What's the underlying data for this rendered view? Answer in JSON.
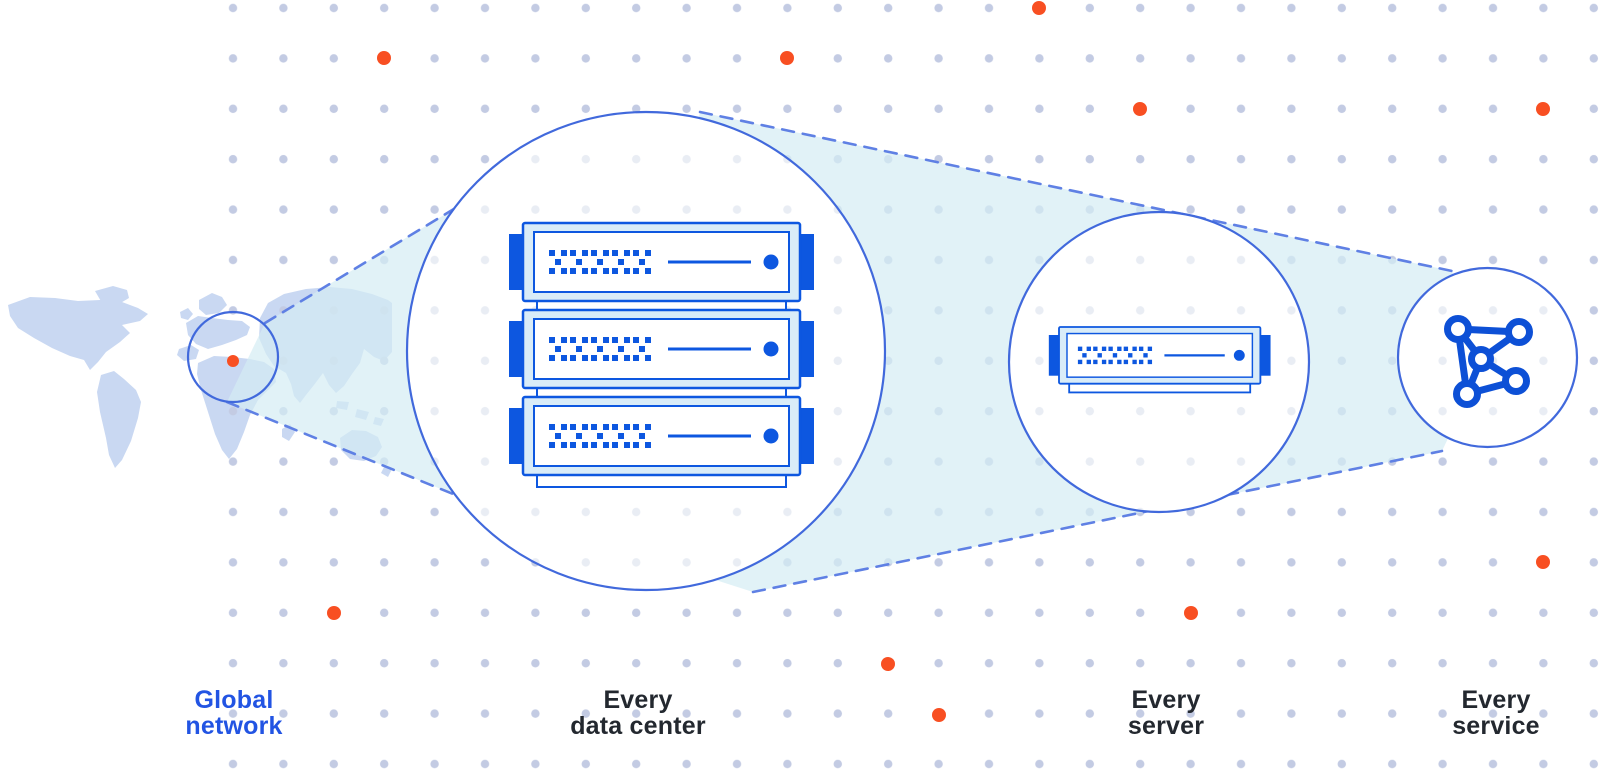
{
  "diagram": {
    "title": "Global network zoom diagram",
    "labels": {
      "global_network": "Global\nnetwork",
      "every_data_center": "Every\ndata center",
      "every_server": "Every\nserver",
      "every_service": "Every\nservice"
    },
    "colors": {
      "accent_blue": "#0D57E0",
      "circle_stroke": "#4169DC",
      "dashed_line": "#5F80E4",
      "funnel_fill": "#D4ECF4",
      "map_fill": "#C9D8F2",
      "grid_dot": "#C3CBE3",
      "faint_dot": "#E9EDF4",
      "orange_dot": "#F84F22",
      "server_panel_fill": "#D9ECF8",
      "label_dark": "#23282F",
      "label_blue": "#2254E3"
    },
    "icons": [
      "world-map",
      "location-dot-icon",
      "magnify-circle",
      "server-rack-icon",
      "server-icon",
      "network-graph-icon"
    ]
  }
}
